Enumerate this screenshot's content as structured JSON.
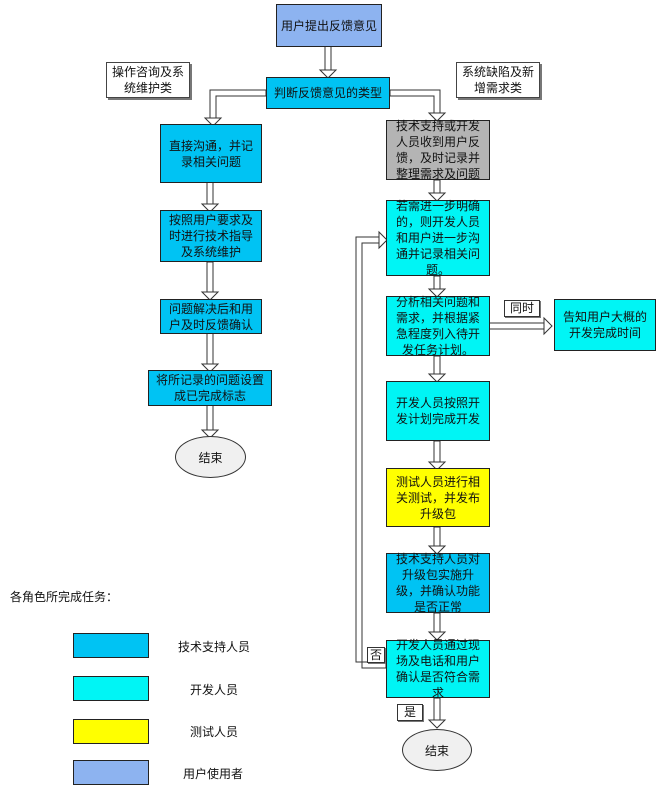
{
  "nodes": {
    "user_submit": "用户提出反馈意见",
    "judge_type": "判断反馈意见的类型",
    "direct_comm": "直接沟通，并记录相关问题",
    "tech_guide": "按照用户要求及时进行技术指导及系统维护",
    "resolve_confirm": "问题解决后和用户及时反馈确认",
    "mark_done": "将所记录的问题设置成已完成标志",
    "end_left": "结束",
    "record_issue": "技术支持或开发人员收到用户反馈，及时记录并整理需求及问题",
    "further_comm": "若需进一步明确的，则开发人员和用户进一步沟通并记录相关问题。",
    "analyze": "分析相关问题和需求，并根据紧急程度列入待开发任务计划。",
    "notify": "告知用户大概的开发完成时间",
    "develop": "开发人员按照开发计划完成开发",
    "test": "测试人员进行相关测试，并发布升级包",
    "upgrade": "技术支持人员对升级包实施升级，并确认功能是否正常",
    "confirm": "开发人员通过现场及电话和用户确认是否符合需求",
    "end_right": "结束"
  },
  "notes": {
    "left": "操作咨询及系统维护类",
    "right": "系统缺陷及新增需求类"
  },
  "tags": {
    "same_time": "同时",
    "no": "否",
    "yes": "是"
  },
  "legend": {
    "title": "各角色所完成任务：",
    "items": [
      {
        "label": "技术支持人员",
        "color": "#00c3f3"
      },
      {
        "label": "开发人员",
        "color": "#00f5f5"
      },
      {
        "label": "测试人员",
        "color": "#ffff00"
      },
      {
        "label": "用户使用者",
        "color": "#8db3f0"
      }
    ]
  },
  "colors": {
    "tech_support": "#00c3f3",
    "developer": "#00f5f5",
    "tester": "#ffff00",
    "user": "#8db3f0",
    "pending": "#b4b4b4"
  }
}
